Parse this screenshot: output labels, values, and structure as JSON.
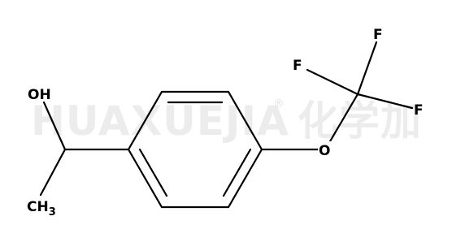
{
  "watermark": {
    "latin": "HUAXUEJIA",
    "registered": "®",
    "chinese": "化学加",
    "color": "#ececec"
  },
  "molecule": {
    "atoms": {
      "oh": "OH",
      "ch3_main": "CH",
      "ch3_sub": "3",
      "o": "O",
      "f_top": "F",
      "f_left": "F",
      "f_right": "F"
    },
    "bond_color": "#000000"
  }
}
